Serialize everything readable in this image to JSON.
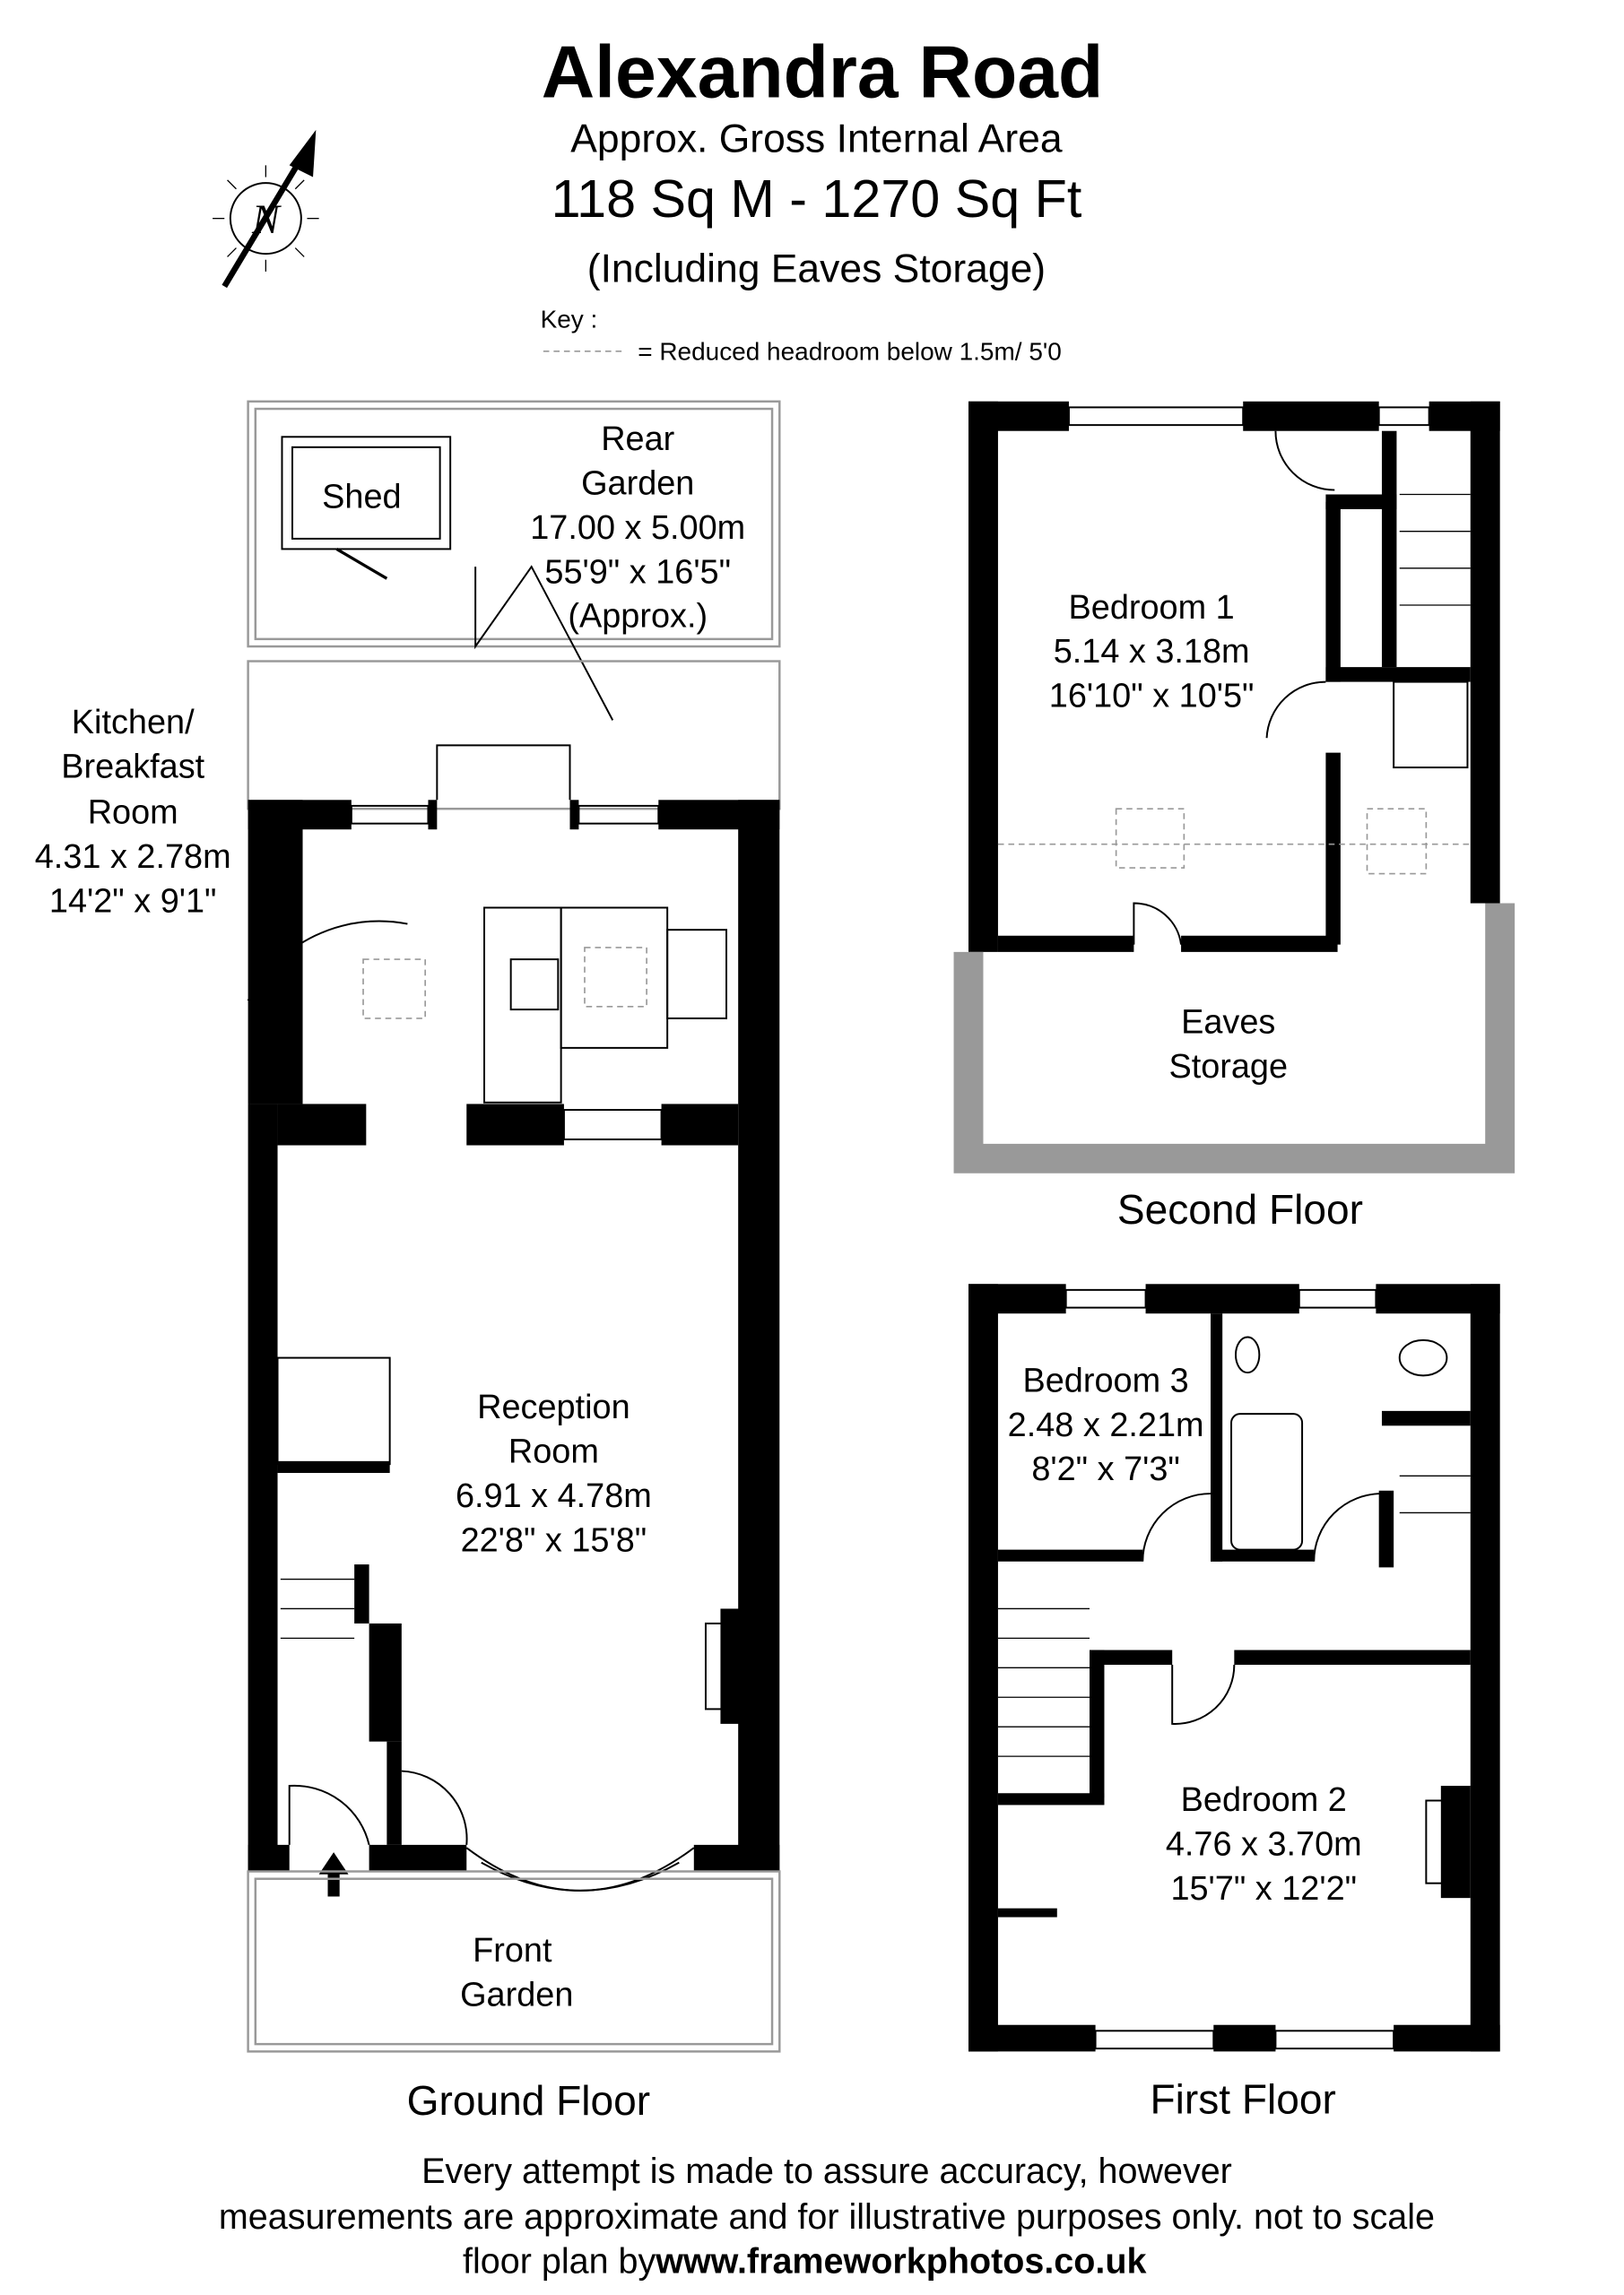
{
  "header": {
    "title": "Alexandra Road",
    "subtitle": "Approx. Gross Internal Area",
    "area": "118 Sq M - 1270 Sq Ft",
    "note": "(Including Eaves Storage)",
    "key_label": "Key :",
    "key_text": "= Reduced headroom below 1.5m/ 5'0",
    "compass_letter": "N"
  },
  "ground_floor": {
    "label": "Ground Floor",
    "rear_garden": [
      "Rear",
      "Garden",
      "17.00 x 5.00m",
      "55'9\" x 16'5\"",
      "(Approx.)"
    ],
    "shed": "Shed",
    "kitchen": [
      "Kitchen/",
      "Breakfast",
      "Room",
      "4.31 x 2.78m",
      "14'2\" x 9'1\""
    ],
    "reception": [
      "Reception",
      "Room",
      "6.91 x 4.78m",
      "22'8\" x 15'8\""
    ],
    "front_garden": [
      "Front",
      "Garden"
    ]
  },
  "second_floor": {
    "label": "Second Floor",
    "bedroom1": [
      "Bedroom 1",
      "5.14 x 3.18m",
      "16'10\" x 10'5\""
    ],
    "eaves": [
      "Eaves",
      "Storage"
    ]
  },
  "first_floor": {
    "label": "First Floor",
    "bedroom3": [
      "Bedroom 3",
      "2.48 x 2.21m",
      "8'2\" x 7'3\""
    ],
    "bedroom2": [
      "Bedroom 2",
      "4.76 x 3.70m",
      "15'7\" x 12'2\""
    ]
  },
  "footer": {
    "line1": "Every attempt is made to assure accuracy, however",
    "line2": "measurements are approximate and for illustrative purposes only. not to scale",
    "line3_prefix": "floor plan by",
    "line3_link": "www.frameworkphotos.co.uk"
  }
}
